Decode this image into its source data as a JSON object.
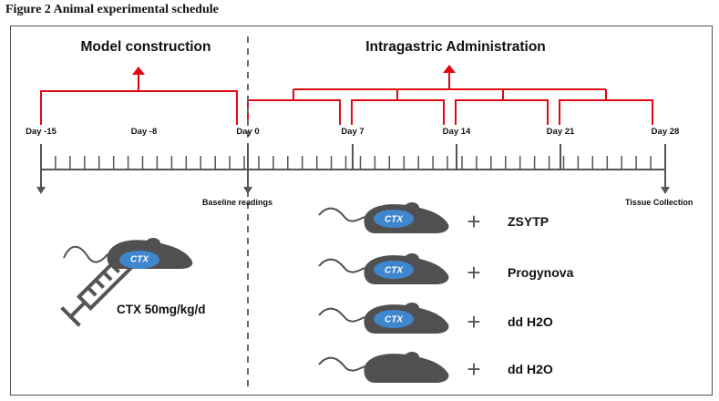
{
  "figure_title": "Figure 2 Animal experimental schedule",
  "sections": {
    "model": "Model construction",
    "intragastric": "Intragastric Administration"
  },
  "timeline": {
    "days": [
      "Day -15",
      "Day -8",
      "Day 0",
      "Day 7",
      "Day 14",
      "Day 21",
      "Day 28"
    ],
    "baseline_label": "Baseline readings",
    "end_label": "Tissue Collection"
  },
  "model_dose": {
    "badge": "CTX",
    "label": "CTX 50mg/kg/d"
  },
  "groups": [
    {
      "badge": "CTX",
      "treatment": "ZSYTP"
    },
    {
      "badge": "CTX",
      "treatment": "Progynova"
    },
    {
      "badge": "CTX",
      "treatment": "dd H2O"
    },
    {
      "badge": "",
      "treatment": "dd H2O"
    }
  ],
  "colors": {
    "bracket": "#e30613",
    "mouse_body": "#505050",
    "badge": "#3f86cf",
    "axis": "#555555"
  }
}
